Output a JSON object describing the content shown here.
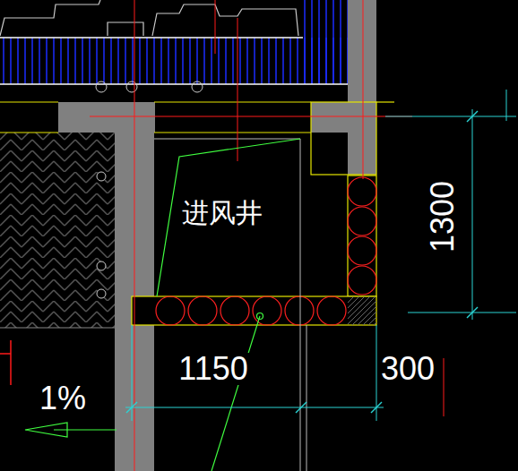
{
  "diagram": {
    "labels": [
      "进风井",
      "1300",
      "1150",
      "300",
      "1%"
    ]
  }
}
